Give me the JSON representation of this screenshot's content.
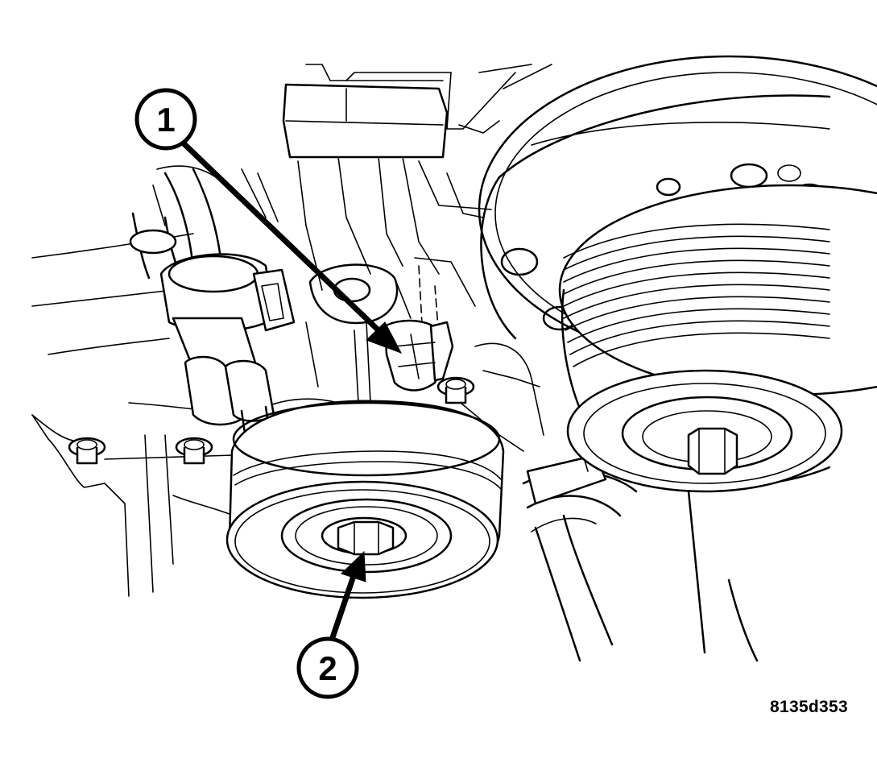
{
  "callouts": [
    {
      "id": "callout-1",
      "label": "1"
    },
    {
      "id": "callout-2",
      "label": "2"
    }
  ],
  "figure_id": "8135d353",
  "colors": {
    "ink": "#000000",
    "paper": "#ffffff"
  }
}
